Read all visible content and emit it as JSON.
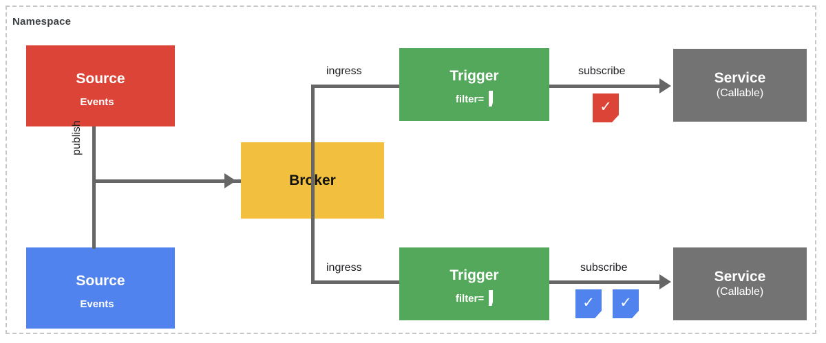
{
  "namespace": {
    "label": "Namespace"
  },
  "sources": [
    {
      "title": "Source",
      "events_label": "Events",
      "color": "#db4437",
      "card_icon": "event-card-icon"
    },
    {
      "title": "Source",
      "events_label": "Events",
      "color": "#5083ee",
      "card_icon": "event-card-icon"
    }
  ],
  "broker": {
    "title": "Broker",
    "color": "#f2c03e"
  },
  "triggers": [
    {
      "title": "Trigger",
      "filter_label": "filter=",
      "filter_color": "#db4437"
    },
    {
      "title": "Trigger",
      "filter_label": "filter=",
      "filter_color": "#5083ee"
    }
  ],
  "services": [
    {
      "title": "Service",
      "subtitle": "(Callable)",
      "color": "#737373"
    },
    {
      "title": "Service",
      "subtitle": "(Callable)",
      "color": "#737373"
    }
  ],
  "edges": {
    "publish": "publish",
    "ingress_top": "ingress",
    "ingress_bottom": "ingress",
    "subscribe_top": "subscribe",
    "subscribe_bottom": "subscribe"
  },
  "event_chips": [
    {
      "color": "#5083ee",
      "name": "event-chip-blue"
    },
    {
      "color": "#db4437",
      "name": "event-chip-red"
    },
    {
      "color": "#5083ee",
      "name": "event-chip-blue"
    }
  ],
  "delivery_checks": {
    "top": [
      {
        "color": "#db4437",
        "glyph": "✓"
      }
    ],
    "bottom": [
      {
        "color": "#5083ee",
        "glyph": "✓"
      },
      {
        "color": "#5083ee",
        "glyph": "✓"
      }
    ]
  },
  "palette": {
    "red": "#db4437",
    "blue": "#5083ee",
    "green": "#54a85b",
    "yellow": "#f2c03e",
    "gray": "#737373",
    "line": "#666666",
    "dashed_border": "#c7c7c7",
    "text_dark": "#202124"
  }
}
